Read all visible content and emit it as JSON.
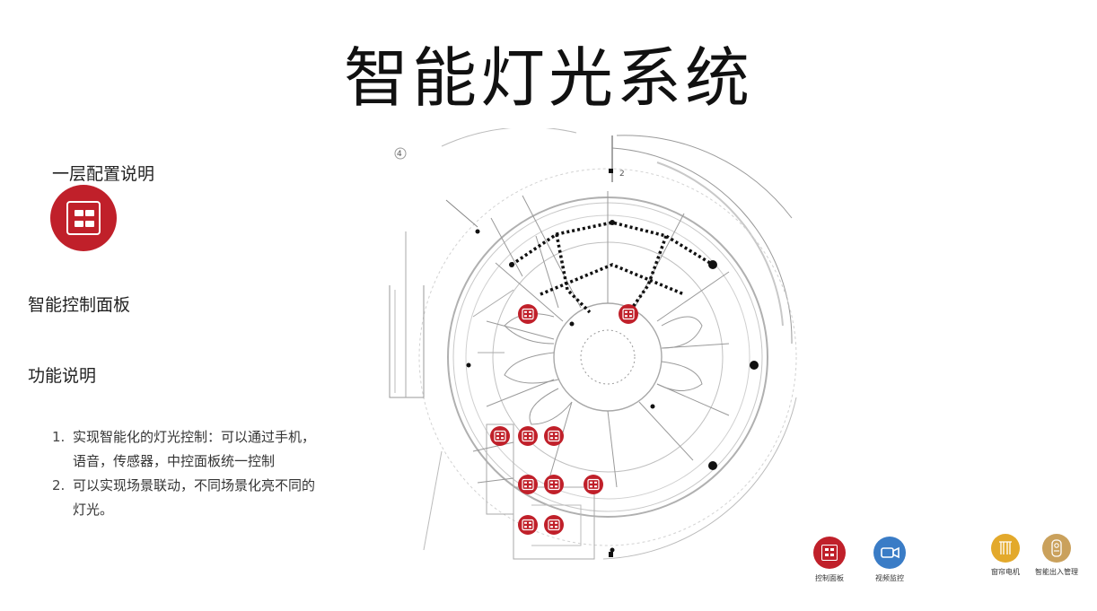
{
  "title": "智能灯光系统",
  "floor_label": "一层配置说明",
  "sections": {
    "panel_title": "智能控制面板",
    "func_title": "功能说明"
  },
  "features": [
    {
      "num": "1.",
      "text": "实现智能化的灯光控制：可以通过手机，语音，传感器，中控面板统一控制"
    },
    {
      "num": "2.",
      "text": "可以实现场景联动，不同场景化亮不同的灯光。"
    }
  ],
  "legend": [
    {
      "label": "控制面板",
      "icon": "panel-icon",
      "color": "#c0202a"
    },
    {
      "label": "视频监控",
      "icon": "camera-icon",
      "color": "#3a7cc6"
    },
    {
      "label": "窗帘电机",
      "icon": "curtain-icon",
      "color": "#e3a92b"
    },
    {
      "label": "智能出入管理",
      "icon": "lock-icon",
      "color": "#caa15c"
    }
  ],
  "colors": {
    "accent_red": "#c0202a",
    "wire": "#111111",
    "plan_line": "#9a9a9a"
  },
  "plan_labels": {
    "axis_4": "4",
    "axis_2": "2"
  }
}
